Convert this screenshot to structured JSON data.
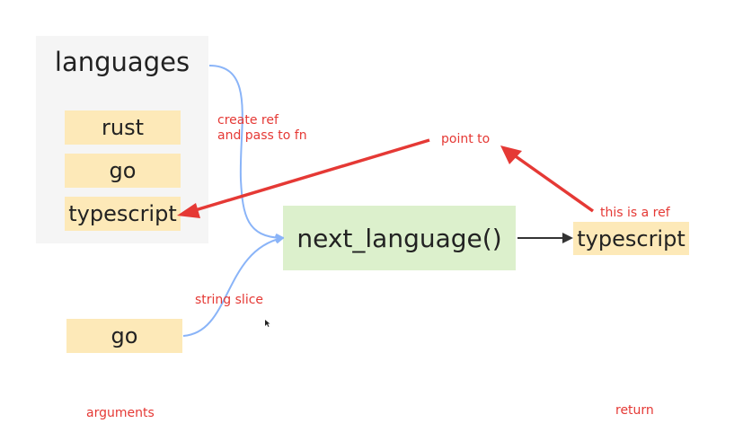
{
  "languages_box": {
    "title": "languages",
    "items": [
      "rust",
      "go",
      "typescript"
    ]
  },
  "function": {
    "label": "next_language()"
  },
  "argument": {
    "label": "go"
  },
  "result": {
    "label": "typescript"
  },
  "annotations": {
    "create_ref": [
      "create ref",
      "and pass to fn"
    ],
    "point_to": "point to",
    "this_is_a_ref": "this is a ref",
    "string_slice": "string slice",
    "arguments": "arguments",
    "return": "return"
  },
  "colors": {
    "panel": "#f5f5f5",
    "chip": "#fde9b8",
    "function_box": "#dcf0cc",
    "annotation_red": "#e53935",
    "flow_blue": "#8ab4f8",
    "output_arrow": "#333333"
  },
  "icons": [
    "mouse-cursor-icon"
  ]
}
